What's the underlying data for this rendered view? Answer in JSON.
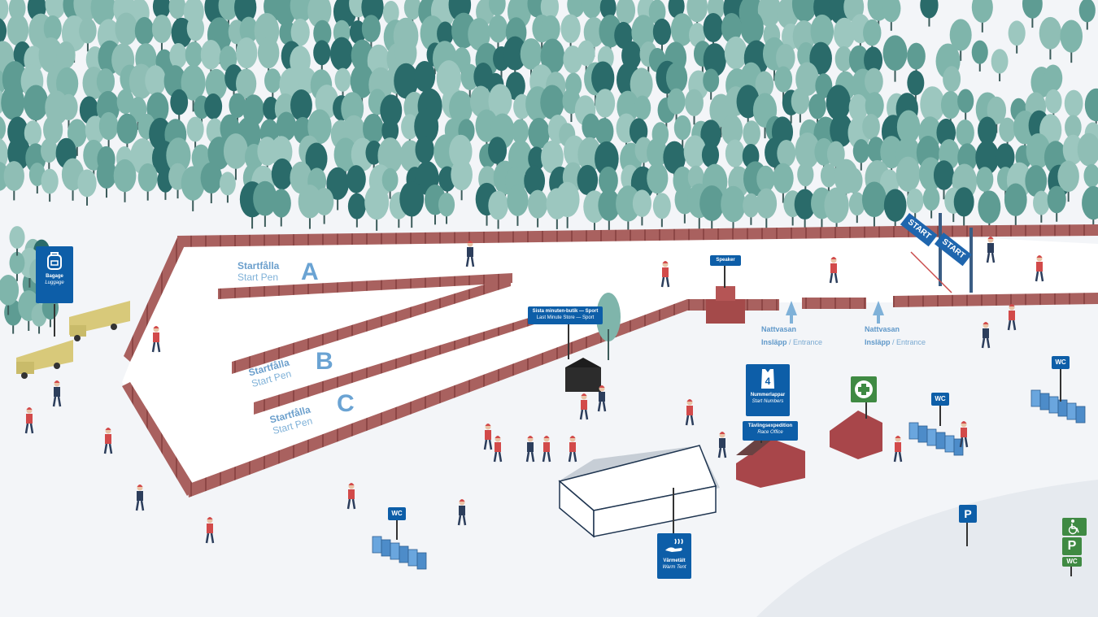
{
  "pens": {
    "a": {
      "title": "Startfålla",
      "sub": "Start Pen",
      "letter": "A"
    },
    "b": {
      "title": "Startfålla",
      "sub": "Start Pen",
      "letter": "B"
    },
    "c": {
      "title": "Startfålla",
      "sub": "Start Pen",
      "letter": "C"
    }
  },
  "start": {
    "banner_left": "START",
    "banner_right": "START"
  },
  "signs": {
    "baggage": {
      "sv": "Bagage",
      "en": "Luggage",
      "icon": "backpack-icon"
    },
    "speaker": {
      "label": "Speaker"
    },
    "store": {
      "sv": "Sista minuten-butik — Sport",
      "en": "Last Minute Store — Sport"
    },
    "start_numbers": {
      "number": "4",
      "sv": "Nummerlappar",
      "en": "Start Numbers",
      "icon": "bib-icon"
    },
    "race_office": {
      "sv": "Tävlingsexpedition",
      "en": "Race Office"
    },
    "warm_tent": {
      "sv": "Värmetält",
      "en": "Warm Tent",
      "icon": "hand-heat-icon"
    },
    "wc_label": "WC",
    "parking_label": "P",
    "first_aid": {
      "icon": "first-aid-cross-icon"
    },
    "accessible": {
      "icon": "wheelchair-icon",
      "parking": "P",
      "wc": "WC"
    }
  },
  "entrances": [
    {
      "sv": "Nattvasan",
      "sv2": "Insläpp",
      "en": "Entrance"
    },
    {
      "sv": "Nattvasan",
      "sv2": "Insläpp",
      "en": "Entrance"
    }
  ],
  "colors": {
    "sign_blue": "#0d5ea8",
    "fence": "#a85a5a",
    "tree_light": "#7fb5ab",
    "tree_dark": "#2a6b6a",
    "snow": "#f3f5f8",
    "first_aid_green": "#3f8a43",
    "building_red": "#a8464a"
  }
}
